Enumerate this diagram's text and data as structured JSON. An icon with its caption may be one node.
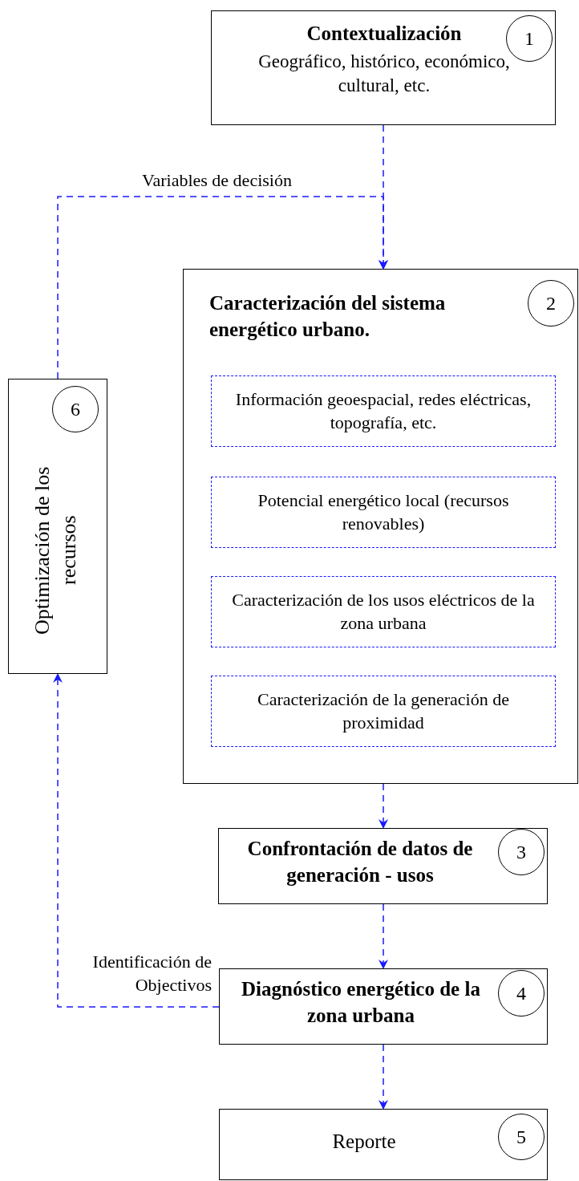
{
  "diagram": {
    "nodes": [
      {
        "text": [
          "Contextualización",
          "Geográfico, histórico, económico, cultural, etc."
        ]
      },
      {
        "text": [
          "1"
        ],
        "in": 0
      },
      {
        "text": [
          "Caracterización del sistema energético urbano."
        ]
      },
      {
        "text": [
          "2"
        ],
        "in": 2
      },
      {
        "text": [
          "Información geoespacial, redes eléctricas, topografía, etc."
        ],
        "in": 2
      },
      {
        "text": [
          "Potencial energético local (recursos renovables)"
        ],
        "in": 2
      },
      {
        "text": [
          "Caracterización de los usos eléctricos de la zona urbana"
        ],
        "in": 2
      },
      {
        "text": [
          "Caracterización de la generación de proximidad"
        ],
        "in": 2
      },
      {
        "text": [
          "Optimización de los recursos"
        ]
      },
      {
        "text": [
          "6"
        ],
        "in": 8
      },
      {
        "text": [
          "Confrontación de datos de generación - usos"
        ]
      },
      {
        "text": [
          "3"
        ],
        "in": 10
      },
      {
        "text": [
          "Diagnóstico energético de la zona urbana"
        ]
      },
      {
        "text": [
          "4"
        ],
        "in": 12
      },
      {
        "text": [
          "Reporte"
        ]
      },
      {
        "text": [
          "5"
        ],
        "in": 14
      }
    ],
    "edges": [
      {
        "from": 0,
        "to": 2,
        "arrow": "to",
        "style": "dashed"
      },
      {
        "from": 8,
        "to": 2,
        "arrow": "to",
        "style": "dashed",
        "label": "Variables de decisión"
      },
      {
        "from": 2,
        "to": 10,
        "arrow": "to",
        "style": "dashed"
      },
      {
        "from": 10,
        "to": 12,
        "arrow": "to",
        "style": "dashed"
      },
      {
        "from": 12,
        "to": 8,
        "arrow": "to",
        "style": "dashed",
        "label": "Identificación de Objectivos"
      },
      {
        "from": 12,
        "to": 14,
        "arrow": "to",
        "style": "dashed"
      }
    ]
  }
}
